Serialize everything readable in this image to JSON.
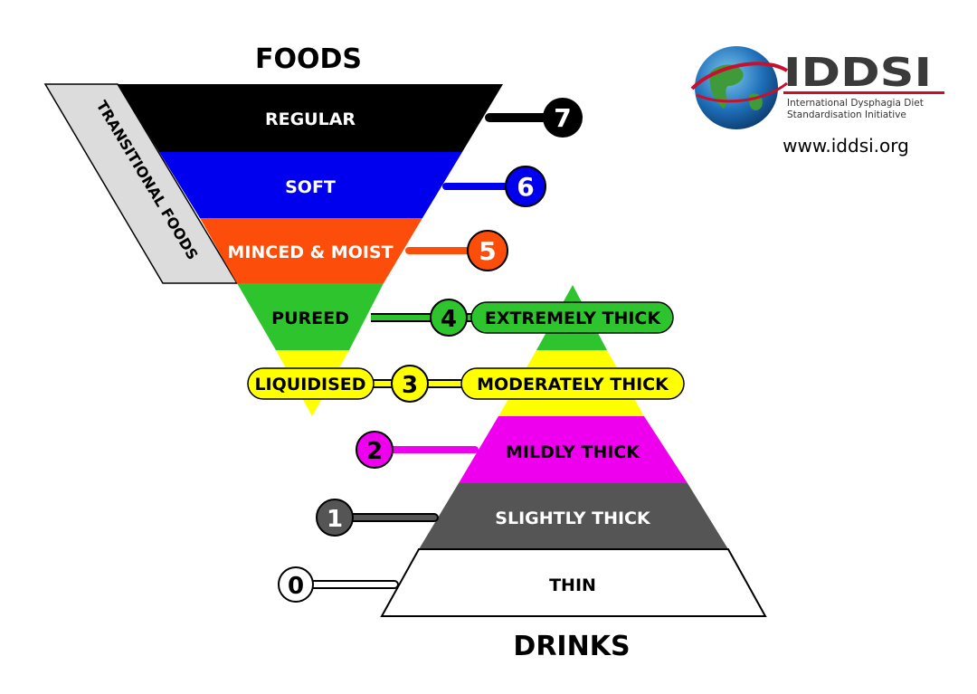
{
  "foods_title": "FOODS",
  "drinks_title": "DRINKS",
  "transitional_label": "TRANSITIONAL FOODS",
  "logo": {
    "brand": "IDDSI",
    "subtitle_line1": "International Dysphagia Diet",
    "subtitle_line2": "Standardisation Initiative",
    "url": "www.iddsi.org",
    "icon": "globe-icon",
    "brand_color": "#3a3a3a",
    "accent_color": "#c8102e"
  },
  "levels": [
    {
      "number": "7",
      "food": "REGULAR",
      "color": "#000000",
      "text_color": "#ffffff"
    },
    {
      "number": "6",
      "food": "SOFT",
      "color": "#0000ee",
      "text_color": "#ffffff"
    },
    {
      "number": "5",
      "food": "MINCED & MOIST",
      "color": "#fc4e0a",
      "text_color": "#ffffff"
    },
    {
      "number": "4",
      "food": "PUREED",
      "drink": "EXTREMELY THICK",
      "color": "#2ec42e",
      "text_color": "#000000"
    },
    {
      "number": "3",
      "food": "LIQUIDISED",
      "drink": "MODERATELY THICK",
      "color": "#ffff00",
      "text_color": "#000000"
    },
    {
      "number": "2",
      "drink": "MILDLY THICK",
      "color": "#ee00ee",
      "text_color": "#000000"
    },
    {
      "number": "1",
      "drink": "SLIGHTLY THICK",
      "color": "#555555",
      "text_color": "#ffffff"
    },
    {
      "number": "0",
      "drink": "THIN",
      "color": "#ffffff",
      "text_color": "#000000"
    }
  ]
}
